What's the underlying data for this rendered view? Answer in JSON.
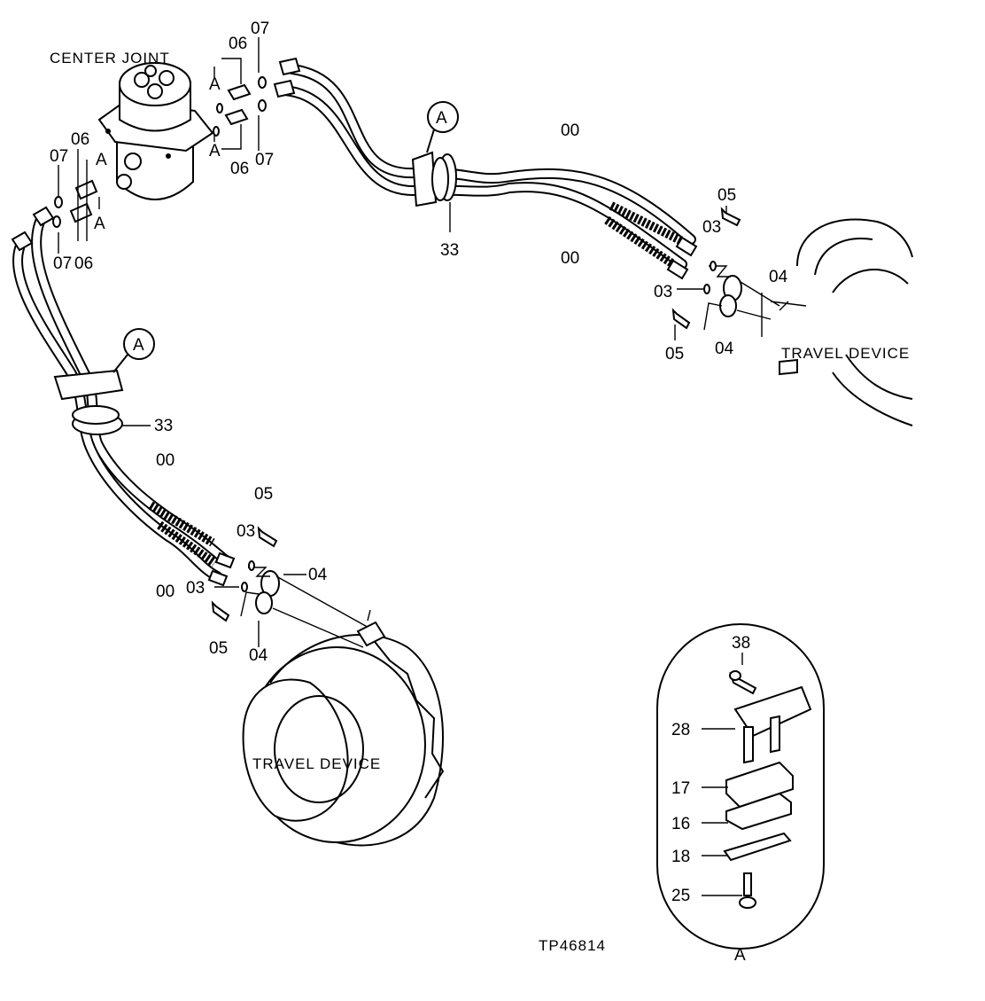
{
  "drawing_id": "TP46814",
  "components": {
    "center_joint": "CENTER JOINT",
    "travel_device_right": "TRAVEL DEVICE",
    "travel_device_left": "TRAVEL DEVICE"
  },
  "callouts": {
    "clamp_ref": "A",
    "detail_ref": "A"
  },
  "part_numbers": {
    "p00": "00",
    "p03": "03",
    "p04": "04",
    "p05": "05",
    "p06": "06",
    "p07": "07",
    "p16": "16",
    "p17": "17",
    "p18": "18",
    "p25": "25",
    "p28": "28",
    "p33": "33",
    "p38": "38"
  }
}
